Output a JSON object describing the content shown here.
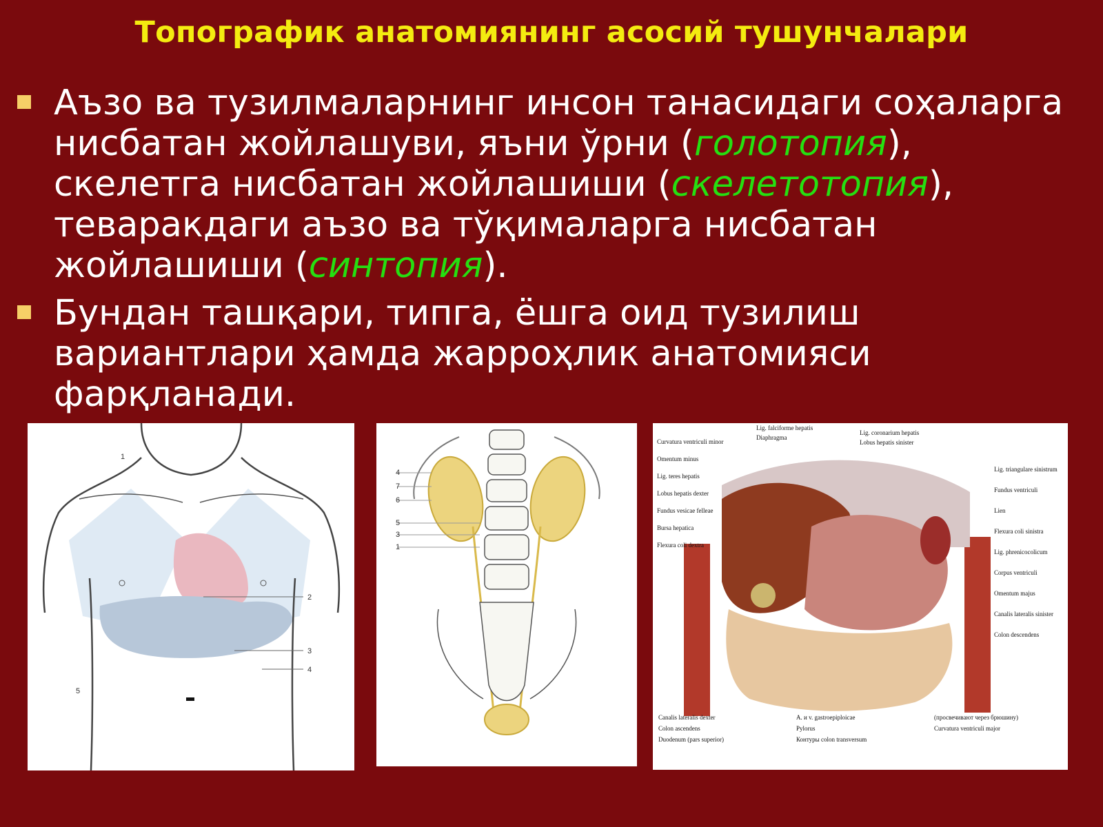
{
  "slide": {
    "title": "Топографик анатомиянинг асосий тушунчалари"
  },
  "bullets": [
    {
      "parts": [
        {
          "text": "Аъзо ва тузилмаларнинг инсон танасидаги соҳаларга нисбатан жойлашуви, яъни ўрни (",
          "term": false
        },
        {
          "text": "голотопия",
          "term": true
        },
        {
          "text": "),  скелетга нисбатан жойлашиши (",
          "term": false
        },
        {
          "text": "скелетотопия",
          "term": true
        },
        {
          "text": "), теваракдаги аъзо ва тўқималарга нисбатан жойлашиши (",
          "term": false
        },
        {
          "text": "синтопия",
          "term": true
        },
        {
          "text": ").",
          "term": false
        }
      ]
    },
    {
      "parts": [
        {
          "text": "Бундан ташқари, типга, ёшга оид тузилиш вариантлари ҳамда жарроҳлик анатомияси фарқланади.",
          "term": false
        }
      ]
    }
  ],
  "chest_figure": {
    "labels": [
      "1",
      "2",
      "3",
      "4",
      "5"
    ]
  },
  "spine_figure": {
    "labels": [
      "4",
      "7",
      "6",
      "5",
      "3",
      "1"
    ]
  },
  "abdomen_figure": {
    "labels": [
      {
        "text": "Lig. falciforme hepatis",
        "side": "top"
      },
      {
        "text": "Lig. coronarium hepatis",
        "side": "top"
      },
      {
        "text": "Curvatura ventriculi minor",
        "side": "left"
      },
      {
        "text": "Diaphragma",
        "side": "top"
      },
      {
        "text": "Omentum minus",
        "side": "left"
      },
      {
        "text": "Lobus hepatis sinister",
        "side": "top"
      },
      {
        "text": "Lig. teres hepatis",
        "side": "left"
      },
      {
        "text": "Lig. triangulare sinistrum",
        "side": "right"
      },
      {
        "text": "Lobus hepatis dexter",
        "side": "left"
      },
      {
        "text": "Fundus ventriculi",
        "side": "right"
      },
      {
        "text": "Lien",
        "side": "right"
      },
      {
        "text": "Fundus vesicae felleae",
        "side": "left"
      },
      {
        "text": "Flexura coli sinistra",
        "side": "right"
      },
      {
        "text": "Lig. phrenicocolicum",
        "side": "right"
      },
      {
        "text": "Bursa hepatica",
        "side": "left"
      },
      {
        "text": "Corpus ventriculi",
        "side": "right"
      },
      {
        "text": "Omentum majus",
        "side": "right"
      },
      {
        "text": "Flexura coli dextra",
        "side": "left"
      },
      {
        "text": "Canalis lateralis sinister",
        "side": "right"
      },
      {
        "text": "Colon descendens",
        "side": "right"
      },
      {
        "text": "Canalis lateralis dexter",
        "side": "bottom"
      },
      {
        "text": "A. и v. gastroepiploicae",
        "side": "bottom"
      },
      {
        "text": "(просвечивают через брюшину)",
        "side": "bottom"
      },
      {
        "text": "Colon ascendens",
        "side": "bottom"
      },
      {
        "text": "Pylorus",
        "side": "bottom"
      },
      {
        "text": "Curvatura ventriculi major",
        "side": "bottom"
      },
      {
        "text": "Duodenum (pars superior)",
        "side": "bottom"
      },
      {
        "text": "Контуры colon transversum",
        "side": "bottom"
      }
    ]
  },
  "colors": {
    "background": "#7a0a0d",
    "title": "#f4ec10",
    "term": "#25e011",
    "bullet_marker": "#f6cf67"
  }
}
